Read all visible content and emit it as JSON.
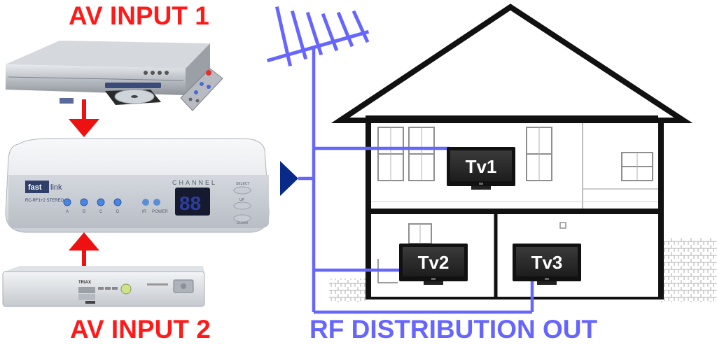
{
  "labels": {
    "av_input_1": "AV INPUT 1",
    "av_input_2": "AV INPUT 2",
    "rf_out": "RF DISTRIBUTION OUT"
  },
  "tvs": [
    {
      "label": "Tv1"
    },
    {
      "label": "Tv2"
    },
    {
      "label": "Tv3"
    }
  ],
  "modulator": {
    "brand": "fast",
    "brand_suffix": "link",
    "model": "RC-RF1+2 STEREO",
    "channel_title": "CHANNEL",
    "channel_display": "88",
    "inputs": [
      "A",
      "B",
      "C",
      "D"
    ],
    "ir_label": "IR",
    "power_label": "POWER",
    "select_label": "SELECT",
    "up_label": "UP",
    "down_label": "DOWN"
  },
  "receiver": {
    "brand": "TRIAX"
  },
  "colors": {
    "label_red": "#ff1a1a",
    "rf_blue": "#6666ff",
    "arrow_red": "#ee1111",
    "connector_navy": "#0a2a8a",
    "house_black": "#111111",
    "tv_dark": "#2b2b2b"
  }
}
